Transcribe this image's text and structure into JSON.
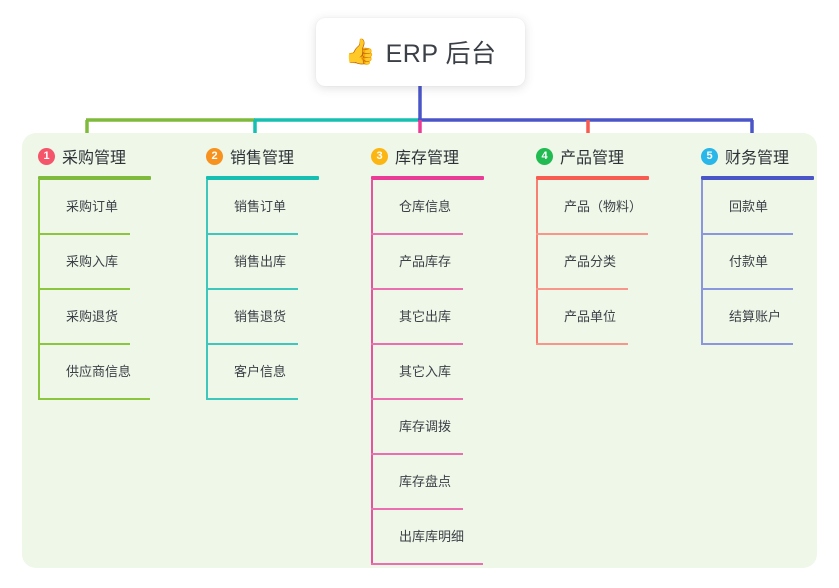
{
  "root": {
    "icon": "thumbs-up-icon",
    "icon_glyph": "👍",
    "title": "ERP 后台"
  },
  "theme": {
    "page_background": "#ffffff",
    "panel_background": "#eef7e8",
    "root_background": "#ffffff",
    "text_color": "#3c4148"
  },
  "connector_bus": {
    "segments": [
      {
        "name": "segment-green",
        "color": "#7fba3c"
      },
      {
        "name": "segment-teal",
        "color": "#16bfb2"
      },
      {
        "name": "segment-indigo",
        "color": "#4a55c8"
      }
    ],
    "root_stem_color": "#4a55c8"
  },
  "columns": [
    {
      "number": "1",
      "title": "采购管理",
      "badge_color": "#f4556a",
      "rule_color": "#7fba3c",
      "spine_color": "#8cc63f",
      "item_rule_color": "#8cc63f",
      "drop_color": "#7fba3c",
      "items": [
        {
          "label": "采购订单"
        },
        {
          "label": "采购入库"
        },
        {
          "label": "采购退货"
        },
        {
          "label": "供应商信息",
          "wide": true
        }
      ]
    },
    {
      "number": "2",
      "title": "销售管理",
      "badge_color": "#f7921e",
      "rule_color": "#16bfb2",
      "spine_color": "#3fc7bd",
      "item_rule_color": "#3fc7bd",
      "drop_color": "#16bfb2",
      "items": [
        {
          "label": "销售订单"
        },
        {
          "label": "销售出库"
        },
        {
          "label": "销售退货"
        },
        {
          "label": "客户信息"
        }
      ]
    },
    {
      "number": "3",
      "title": "库存管理",
      "badge_color": "#fcb614",
      "rule_color": "#ea3c96",
      "spine_color": "#e8539f",
      "item_rule_color": "#eb6fb0",
      "drop_color": "#ea3c96",
      "items": [
        {
          "label": "仓库信息"
        },
        {
          "label": "产品库存"
        },
        {
          "label": "其它出库"
        },
        {
          "label": "其它入库"
        },
        {
          "label": "库存调拨"
        },
        {
          "label": "库存盘点"
        },
        {
          "label": "出库库明细",
          "wide": true
        }
      ]
    },
    {
      "number": "4",
      "title": "产品管理",
      "badge_color": "#22bb52",
      "rule_color": "#f85b50",
      "spine_color": "#f87f72",
      "item_rule_color": "#f8968c",
      "drop_color": "#f85b50",
      "items": [
        {
          "label": "产品（物料）",
          "wide": true
        },
        {
          "label": "产品分类"
        },
        {
          "label": "产品单位"
        }
      ]
    },
    {
      "number": "5",
      "title": "财务管理",
      "badge_color": "#29b6e8",
      "rule_color": "#4a55c8",
      "spine_color": "#8a96dd",
      "item_rule_color": "#8a96dd",
      "drop_color": "#4a55c8",
      "items": [
        {
          "label": "回款单"
        },
        {
          "label": "付款单"
        },
        {
          "label": "结算账户"
        }
      ]
    }
  ]
}
